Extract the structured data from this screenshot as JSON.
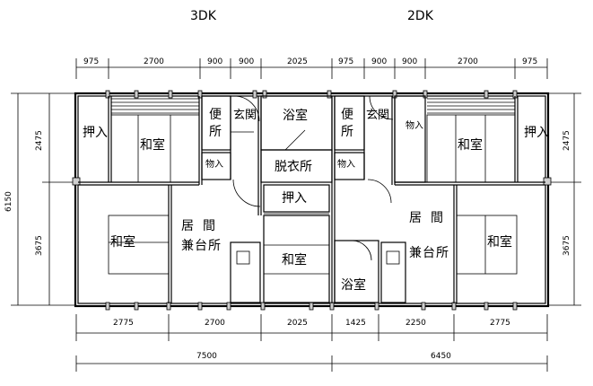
{
  "titles": {
    "left": "3DK",
    "right": "2DK"
  },
  "dims_top": [
    "975",
    "2700",
    "900",
    "900",
    "2025",
    "975",
    "900",
    "900",
    "2700",
    "975"
  ],
  "dims_bottom": [
    "2775",
    "2700",
    "2025",
    "1425",
    "2250",
    "2775"
  ],
  "dims_total": {
    "left": "7500",
    "right": "6450"
  },
  "dims_side": {
    "total": "6150",
    "upper": "2475",
    "lower": "3675"
  },
  "rooms": {
    "oshiire_1": "押入",
    "washitsu_1": "和室",
    "ben_1": "便",
    "sho_1": "所",
    "genkan_1": "玄関",
    "yokushitsu_1": "浴室",
    "mono_1": "物入",
    "datsuijo": "脱衣所",
    "oshiire_2": "押入",
    "washitsu_2": "和室",
    "kyoma_1": "居間",
    "kendaisho_1": "兼台所",
    "washitsu_3": "和室",
    "ben_2": "便",
    "sho_2": "所",
    "genkan_2": "玄関",
    "mono_2": "物入",
    "mono_3": "物入",
    "washitsu_4": "和室",
    "oshiire_3": "押入",
    "kyoma_2": "居間",
    "kendaisho_2": "兼台所",
    "washitsu_5": "和室",
    "yokushitsu_2": "浴室"
  }
}
